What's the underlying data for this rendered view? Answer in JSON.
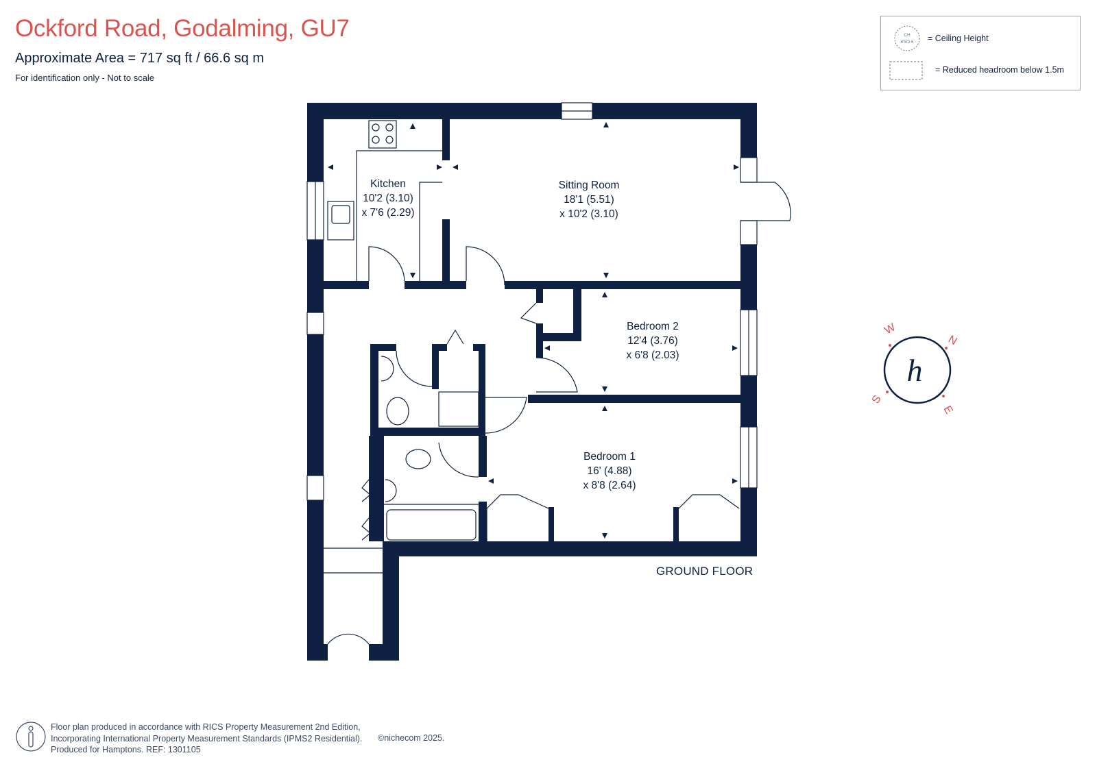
{
  "header": {
    "title": "Ockford Road, Godalming, GU7",
    "area": "Approximate Area = 717  sq ft / 66.6  sq m",
    "note": "For identification only - Not to scale"
  },
  "legend": {
    "ceiling_icon_top": "CH",
    "ceiling_icon_bottom": "8'5/2.6",
    "ceiling_label": "= Ceiling Height",
    "headroom_label": "= Reduced headroom below 1.5m"
  },
  "rooms": [
    {
      "name": "Kitchen",
      "dim1": "10'2 (3.10)",
      "dim2": "x 7'6 (2.29)"
    },
    {
      "name": "Sitting Room",
      "dim1": "18'1 (5.51)",
      "dim2": "x 10'2 (3.10)"
    },
    {
      "name": "Bedroom 2",
      "dim1": "12'4 (3.76)",
      "dim2": "x 6'8 (2.03)"
    },
    {
      "name": "Bedroom 1",
      "dim1": "16' (4.88)",
      "dim2": "x 8'8 (2.64)"
    }
  ],
  "floor_label": "GROUND FLOOR",
  "compass": {
    "w": "W",
    "n": "N",
    "s": "S",
    "e": "E",
    "logo": "h"
  },
  "footer": {
    "line1": "Floor plan produced in accordance with RICS Property Measurement 2nd Edition,",
    "line2": "Incorporating International Property Measurement Standards (IPMS2 Residential).",
    "line3": "Produced for Hamptons.   REF:  1301105",
    "copyright": "©nichecom 2025."
  },
  "colors": {
    "wall": "#0f2142",
    "title": "#d9544f",
    "compass": "#d9544f"
  }
}
